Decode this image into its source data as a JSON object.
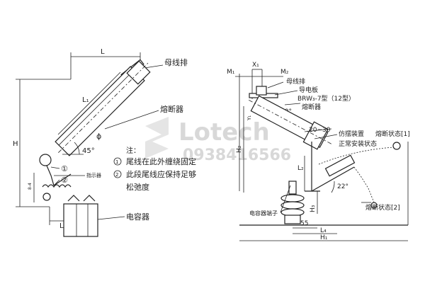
{
  "watermark": {
    "brand": "Lotech",
    "phone": "0938416566"
  },
  "left_diagram": {
    "dim_L": "L",
    "dim_L1": "L₁",
    "dim_H": "H",
    "dim_L2": "L₂",
    "dim_side": "8-4",
    "angle": "45°",
    "busbar": "母线排",
    "fuse": "熔断器",
    "indicator": "指示器",
    "capacitor": "电容器",
    "phi": "ϕ",
    "circle_1": "①",
    "circle_2": "②",
    "notes_title": "注：",
    "note1": "尾线在此外缠绕固定",
    "note2": "此段尾线应保持足够",
    "note2b": "松弛度"
  },
  "right_diagram": {
    "dim_M1": "M₁",
    "dim_X1": "X₁",
    "dim_M2": "M₂",
    "busbar": "母线排",
    "conductor_plate": "导电板",
    "model": "BRW₃-7型（12型）",
    "fuse": "熔断器",
    "angle_30": "30°",
    "dim_Y1": "Y₁",
    "dim_20_30": "20~30",
    "dim_H2": "H₂",
    "dim_L2": "L₂",
    "swing_device": "仿摆装置",
    "normal_state": "正常安装状态",
    "blown_state_1": "熔断状态[1]",
    "angle_22": "22°",
    "dim_H3": "H₃",
    "blown_state_2": "熔断状态[2]",
    "terminal": "电容器端子",
    "dim_55": "55",
    "dim_L4": "L₄",
    "dim_H1": "H₁"
  }
}
